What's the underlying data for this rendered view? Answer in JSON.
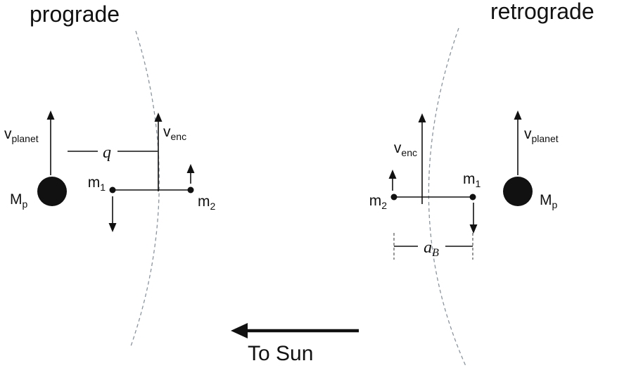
{
  "prograde": {
    "title": "prograde",
    "v_planet": {
      "base": "v",
      "sub": "planet"
    },
    "planet_mass": {
      "base": "M",
      "sub": "p"
    },
    "impact_parameter": "q",
    "v_enc": {
      "base": "v",
      "sub": "enc"
    },
    "m1": {
      "base": "m",
      "sub": "1"
    },
    "m2": {
      "base": "m",
      "sub": "2"
    }
  },
  "retrograde": {
    "title": "retrograde",
    "v_planet": {
      "base": "v",
      "sub": "planet"
    },
    "planet_mass": {
      "base": "M",
      "sub": "p"
    },
    "v_enc": {
      "base": "v",
      "sub": "enc"
    },
    "m1": {
      "base": "m",
      "sub": "1"
    },
    "m2": {
      "base": "m",
      "sub": "2"
    },
    "binary_separation": {
      "base": "a",
      "sub": "B"
    }
  },
  "footer": {
    "to_sun": "To Sun"
  },
  "colors": {
    "ink": "#111111",
    "orbit_arc": "#8a95a0",
    "background": "#ffffff"
  }
}
